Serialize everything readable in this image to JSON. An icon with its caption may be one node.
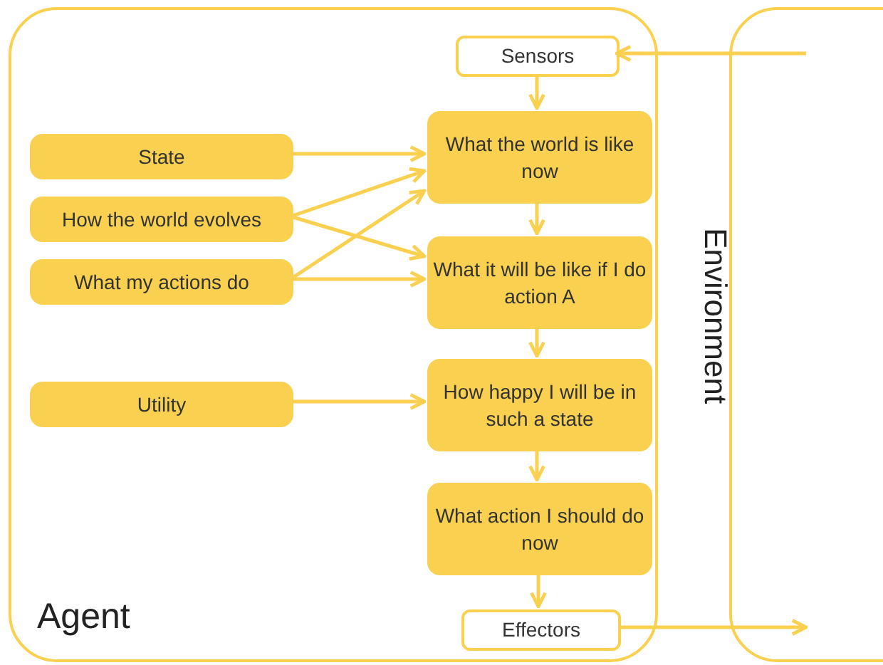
{
  "diagram": {
    "nodes": [
      {
        "text": [
          "Agent"
        ]
      },
      {
        "text": [
          "Environment"
        ]
      },
      {
        "text": [
          "Sensors"
        ],
        "in": 0
      },
      {
        "text": [
          "State"
        ],
        "in": 0
      },
      {
        "text": [
          "How the world evolves"
        ],
        "in": 0
      },
      {
        "text": [
          "What my actions do"
        ],
        "in": 0
      },
      {
        "text": [
          "What the world is like now"
        ],
        "in": 0
      },
      {
        "text": [
          "What it will be like if I do action A"
        ],
        "in": 0
      },
      {
        "text": [
          "Utility"
        ],
        "in": 0
      },
      {
        "text": [
          "How happy I will be in such a state"
        ],
        "in": 0
      },
      {
        "text": [
          "What action I should do now"
        ],
        "in": 0
      },
      {
        "text": [
          "Effectors"
        ],
        "in": 0
      }
    ],
    "edges": [
      {
        "from": 1,
        "to": 2,
        "arrow": "to"
      },
      {
        "from": 2,
        "to": 6,
        "arrow": "to"
      },
      {
        "from": 3,
        "to": 6,
        "arrow": "to"
      },
      {
        "from": 4,
        "to": 6,
        "arrow": "to"
      },
      {
        "from": 4,
        "to": 7,
        "arrow": "to"
      },
      {
        "from": 5,
        "to": 6,
        "arrow": "to"
      },
      {
        "from": 5,
        "to": 7,
        "arrow": "to"
      },
      {
        "from": 6,
        "to": 7,
        "arrow": "to"
      },
      {
        "from": 7,
        "to": 9,
        "arrow": "to"
      },
      {
        "from": 8,
        "to": 9,
        "arrow": "to"
      },
      {
        "from": 9,
        "to": 10,
        "arrow": "to"
      },
      {
        "from": 10,
        "to": 11,
        "arrow": "to"
      },
      {
        "from": 11,
        "to": 1,
        "arrow": "to"
      }
    ]
  }
}
